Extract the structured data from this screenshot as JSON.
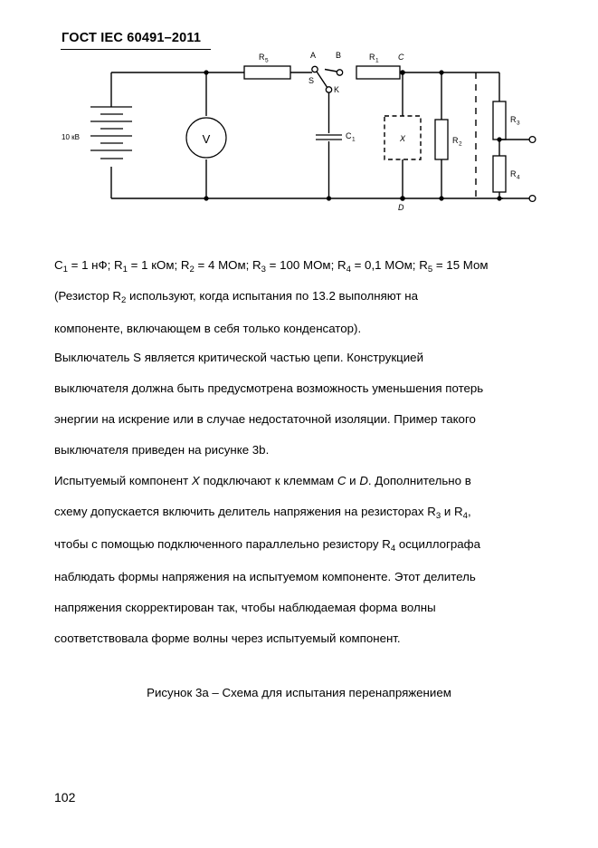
{
  "document": {
    "header": "ГОСТ IEC 60491–2011",
    "page_number": "102"
  },
  "figure": {
    "caption": "Рисунок 3a – Схема для испытания перенапряжением",
    "source_label": "10 кВ",
    "voltmeter_label": "V",
    "labels": {
      "r5": "R",
      "r5_sub": "5",
      "r1": "R",
      "r1_sub": "1",
      "r2": "R",
      "r2_sub": "2",
      "r3": "R",
      "r3_sub": "3",
      "r4": "R",
      "r4_sub": "4",
      "c1": "C",
      "c1_sub": "1",
      "switch": "S",
      "terminal_a": "A",
      "terminal_b": "B",
      "terminal_k": "K",
      "terminal_c": "C",
      "terminal_d": "D",
      "dut": "X"
    }
  },
  "text": {
    "values_line": {
      "parts": [
        {
          "label": "C",
          "sub": "1",
          "value": " = 1 нФ; "
        },
        {
          "label": "R",
          "sub": "1",
          "value": " = 1 кОм; "
        },
        {
          "label": "R",
          "sub": "2",
          "value": " = 4 МОм; "
        },
        {
          "label": "R",
          "sub": "3",
          "value": " = 100 МОм; "
        },
        {
          "label": "R",
          "sub": "4",
          "value": " = 0,1 МОм; "
        },
        {
          "label": "R",
          "sub": "5",
          "value": " = 15 Мом"
        }
      ]
    },
    "para_1_a": "(Резистор R",
    "para_1_a_sub": "2",
    "para_1_b": " используют, когда испытания по 13.2 выполняют на",
    "para_1_c": "компоненте, включающем в себя только конденсатор).",
    "para_2_l1": "Выключатель S является критической частью цепи. Конструкцией",
    "para_2_l2": "выключателя должна быть предусмотрена возможность уменьшения потерь",
    "para_2_l3": "энергии на искрение или в случае недостаточной изоляции. Пример такого",
    "para_2_l4": "выключателя приведен на рисунке 3b.",
    "para_3_l1_a": "Испытуемый компонент ",
    "para_3_l1_x": "X",
    "para_3_l1_b": " подключают к клеммам ",
    "para_3_l1_c": "C",
    "para_3_l1_d": " и ",
    "para_3_l1_e": "D",
    "para_3_l1_f": ". Дополнительно в",
    "para_3_l2_a": "схему допускается включить делитель напряжения на резисторах R",
    "para_3_l2_sub1": "3",
    "para_3_l2_b": " и R",
    "para_3_l2_sub2": "4",
    "para_3_l2_c": ",",
    "para_3_l3_a": "чтобы с помощью  подключенного параллельно резистору R",
    "para_3_l3_sub": "4",
    "para_3_l3_b": " осциллографа",
    "para_3_l4": "наблюдать формы напряжения на испытуемом компоненте. Этот делитель",
    "para_3_l5": "напряжения скорректирован так, чтобы наблюдаемая форма волны",
    "para_3_l6": "соответствовала форме волны через испытуемый компонент."
  },
  "colors": {
    "ink": "#000000",
    "paper": "#ffffff"
  }
}
